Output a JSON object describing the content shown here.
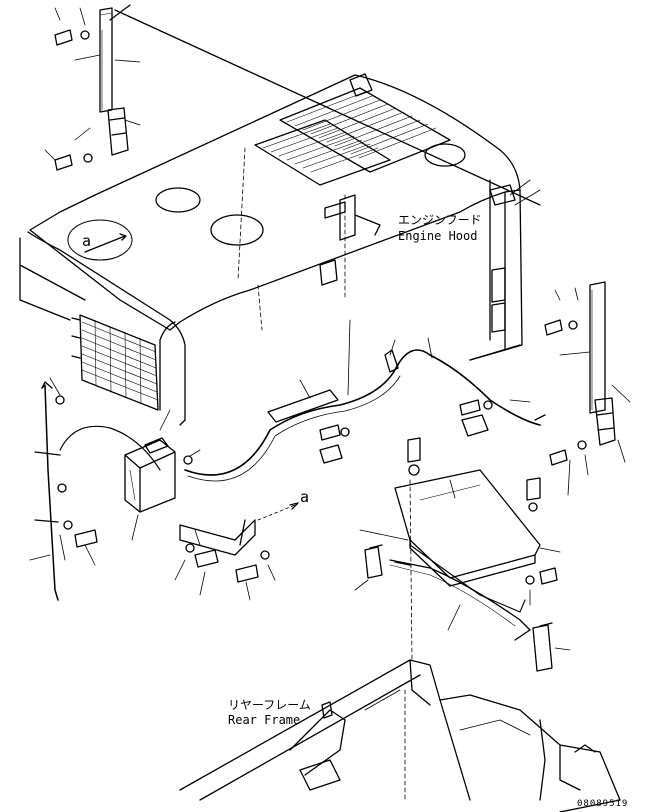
{
  "labels": {
    "engine_hood_jp": "エンジンフード",
    "engine_hood_en": "Engine Hood",
    "rear_frame_jp": "リヤーフレーム",
    "rear_frame_en": "Rear Frame",
    "detail_a_top": "a",
    "detail_a_mid": "a",
    "drawing_number": "08089519"
  },
  "colors": {
    "line": "#000000",
    "background": "#ffffff"
  }
}
